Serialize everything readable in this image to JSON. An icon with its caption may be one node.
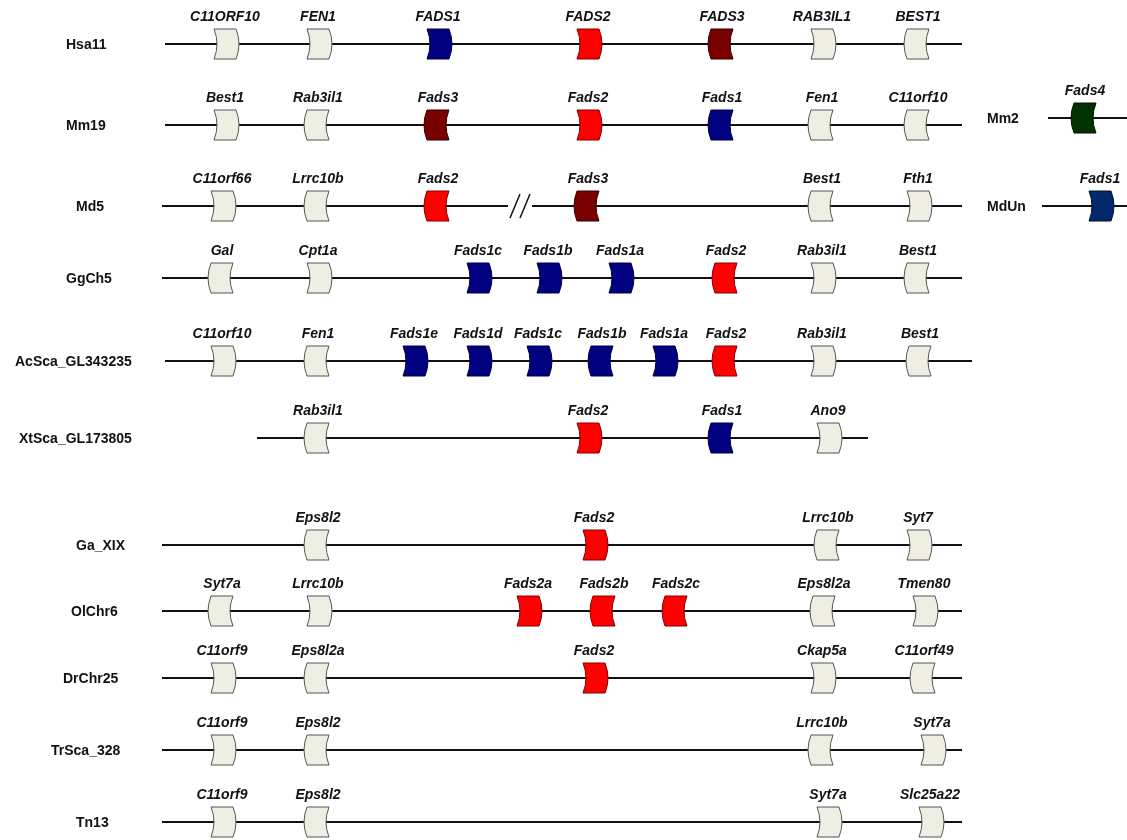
{
  "diagram": {
    "nodes": [
      {
        "text": [
          "C11ORF10"
        ]
      },
      {
        "text": [
          "FEN1"
        ]
      },
      {
        "text": [
          "FADS1"
        ]
      },
      {
        "text": [
          "FADS2"
        ]
      },
      {
        "text": [
          "FADS3"
        ]
      },
      {
        "text": [
          "RAB3IL1"
        ]
      },
      {
        "text": [
          "BEST1"
        ]
      },
      {
        "text": [
          "Best1"
        ]
      },
      {
        "text": [
          "Rab3il1"
        ]
      },
      {
        "text": [
          "Fads3"
        ]
      },
      {
        "text": [
          "Fads2"
        ]
      },
      {
        "text": [
          "Fads1"
        ]
      },
      {
        "text": [
          "Fen1"
        ]
      },
      {
        "text": [
          "C11orf10"
        ]
      },
      {
        "text": [
          "Fads4"
        ]
      },
      {
        "text": [
          "C11orf66"
        ]
      },
      {
        "text": [
          "Lrrc10b"
        ]
      },
      {
        "text": [
          "Fads2"
        ]
      },
      {
        "text": [
          "Fads3"
        ]
      },
      {
        "text": [
          "Best1"
        ]
      },
      {
        "text": [
          "Fth1"
        ]
      },
      {
        "text": [
          "Fads1"
        ]
      },
      {
        "text": [
          "Gal"
        ]
      },
      {
        "text": [
          "Cpt1a"
        ]
      },
      {
        "text": [
          "Fads1c"
        ]
      },
      {
        "text": [
          "Fads1b"
        ]
      },
      {
        "text": [
          "Fads1a"
        ]
      },
      {
        "text": [
          "Fads2"
        ]
      },
      {
        "text": [
          "Rab3il1"
        ]
      },
      {
        "text": [
          "Best1"
        ]
      },
      {
        "text": [
          "C11orf10"
        ]
      },
      {
        "text": [
          "Fen1"
        ]
      },
      {
        "text": [
          "Fads1e"
        ]
      },
      {
        "text": [
          "Fads1d"
        ]
      },
      {
        "text": [
          "Fads1c"
        ]
      },
      {
        "text": [
          "Fads1b"
        ]
      },
      {
        "text": [
          "Fads1a"
        ]
      },
      {
        "text": [
          "Fads2"
        ]
      },
      {
        "text": [
          "Rab3il1"
        ]
      },
      {
        "text": [
          "Best1"
        ]
      },
      {
        "text": [
          "Rab3il1"
        ]
      },
      {
        "text": [
          "Fads2"
        ]
      },
      {
        "text": [
          "Fads1"
        ]
      },
      {
        "text": [
          "Ano9"
        ]
      },
      {
        "text": [
          "Eps8l2"
        ]
      },
      {
        "text": [
          "Fads2"
        ]
      },
      {
        "text": [
          "Lrrc10b"
        ]
      },
      {
        "text": [
          "Syt7"
        ]
      },
      {
        "text": [
          "Syt7a"
        ]
      },
      {
        "text": [
          "Lrrc10b"
        ]
      },
      {
        "text": [
          "Fads2a"
        ]
      },
      {
        "text": [
          "Fads2b"
        ]
      },
      {
        "text": [
          "Fads2c"
        ]
      },
      {
        "text": [
          "Eps8l2a"
        ]
      },
      {
        "text": [
          "Tmen80"
        ]
      },
      {
        "text": [
          "C11orf9"
        ]
      },
      {
        "text": [
          "Eps8l2a"
        ]
      },
      {
        "text": [
          "Fads2"
        ]
      },
      {
        "text": [
          "Ckap5a"
        ]
      },
      {
        "text": [
          "C11orf49"
        ]
      },
      {
        "text": [
          "C11orf9"
        ]
      },
      {
        "text": [
          "Eps8l2"
        ]
      },
      {
        "text": [
          "Lrrc10b"
        ]
      },
      {
        "text": [
          "Syt7a"
        ]
      },
      {
        "text": [
          "C11orf9"
        ]
      },
      {
        "text": [
          "Eps8l2"
        ]
      },
      {
        "text": [
          "Syt7a"
        ]
      },
      {
        "text": [
          "Slc25a22"
        ]
      }
    ],
    "labels": [
      "Hsa11",
      "Mm19",
      "Mm2",
      "Md5",
      "MdUn",
      "GgCh5",
      "AcSca_GL343235",
      "XtSca_GL173805",
      "Ga_XIX",
      "OlChr6",
      "DrChr25",
      "TrSca_328",
      "Tn13"
    ]
  }
}
